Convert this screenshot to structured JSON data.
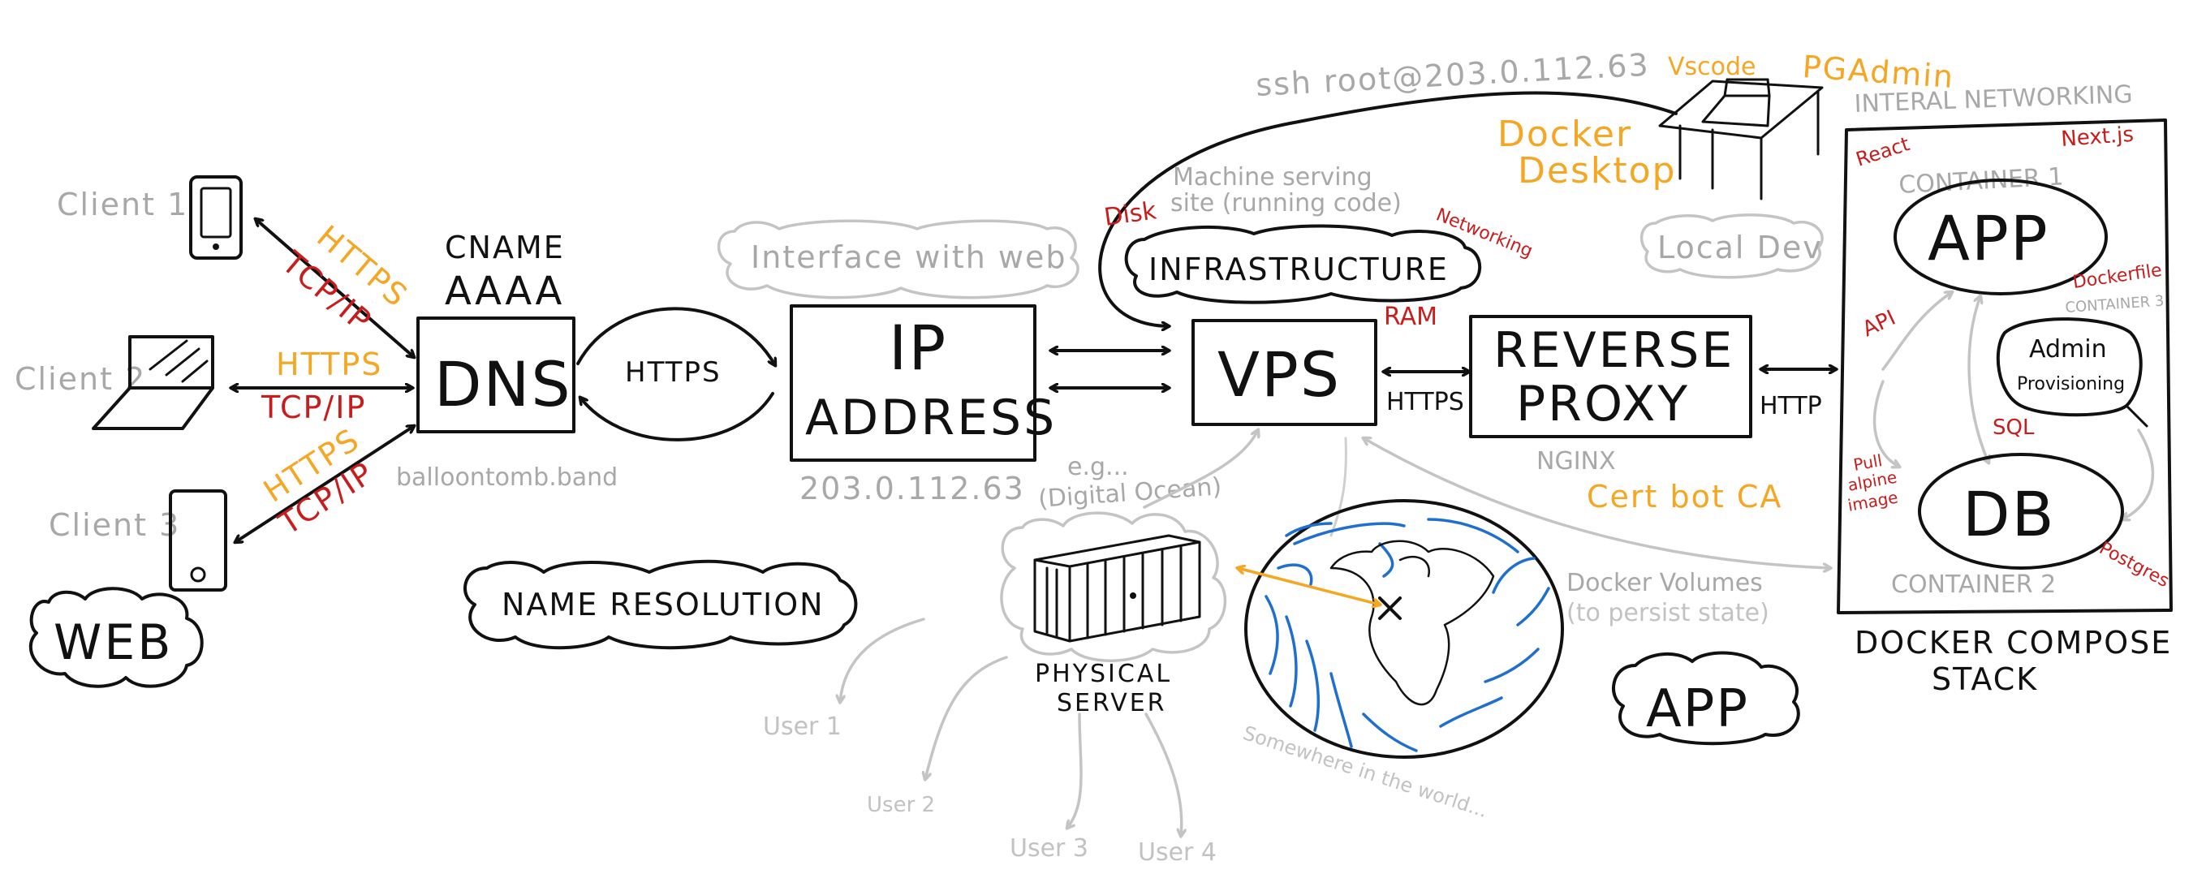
{
  "clients": {
    "client1": "Client 1",
    "client2": "Client 2",
    "client3": "Client 3",
    "web": "WEB"
  },
  "protocols": {
    "https": "HTTPS",
    "tcpip": "TCP/IP",
    "http": "HTTP"
  },
  "dns": {
    "box": "DNS",
    "records_line1": "CNAME",
    "records_line2": "AAAA",
    "domain": "balloontomb.band",
    "name_resolution": "NAME RESOLUTION"
  },
  "ip": {
    "box_line1": "IP",
    "box_line2": "ADDRESS",
    "address": "203.0.112.63",
    "interface_cloud": "Interface with web"
  },
  "vps": {
    "box": "VPS",
    "ssh": "ssh root@203.0.112.63",
    "machine_line1": "Machine serving",
    "machine_line2": "site (running code)",
    "infrastructure": "INFRASTRUCTURE",
    "disk": "Disk",
    "networking": "Networking",
    "ram": "RAM",
    "eg": "e.g...",
    "digital_ocean": "(Digital Ocean)"
  },
  "local_dev": {
    "vscode": "Vscode",
    "pgadmin": "PGAdmin",
    "docker_line1": "Docker",
    "docker_line2": "Desktop",
    "local_dev": "Local Dev"
  },
  "proxy": {
    "box_line1": "REVERSE",
    "box_line2": "PROXY",
    "nginx": "NGINX",
    "certbot": "Cert bot CA"
  },
  "physical": {
    "line1": "PHYSICAL",
    "line2": "SERVER",
    "somewhere": "Somewhere in the world...",
    "users": [
      "User 1",
      "User 2",
      "User 3",
      "User 4"
    ]
  },
  "docker": {
    "internal_networking": "INTERAL NETWORKING",
    "react": "React",
    "nextjs": "Next.js",
    "container1": "CONTAINER 1",
    "app": "APP",
    "dockerfile": "Dockerfile",
    "container3": "CONTAINER 3",
    "admin_line1": "Admin",
    "admin_line2": "Provisioning",
    "api": "API",
    "sql": "SQL",
    "pull_line1": "Pull",
    "pull_line2": "alpine",
    "pull_line3": "image",
    "db": "DB",
    "postgres": "Postgres",
    "container2": "CONTAINER 2",
    "stack_line1": "DOCKER COMPOSE",
    "stack_line2": "STACK",
    "volumes_line1": "Docker Volumes",
    "volumes_line2": "(to persist state)",
    "app_cloud": "APP"
  },
  "colors": {
    "ink": "#111111",
    "orange": "#f5a623",
    "red": "#c81d1d",
    "grey": "#a8a8a8",
    "ocean": "#1f6fd1"
  }
}
